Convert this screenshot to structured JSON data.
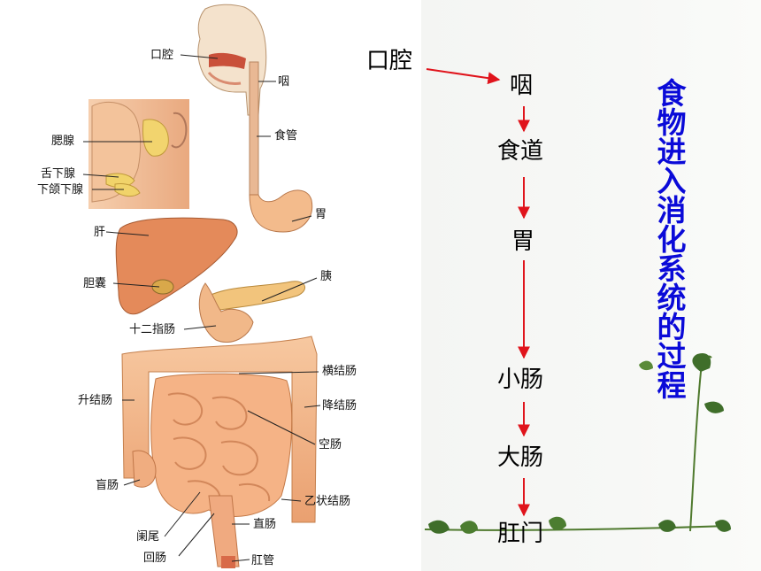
{
  "anatomy_labels": {
    "mouth": "口腔",
    "pharynx": "咽",
    "esophagus": "食管",
    "parotid": "腮腺",
    "sublingual": "舌下腺",
    "submandibular": "下颌下腺",
    "stomach": "胃",
    "liver": "肝",
    "pancreas": "胰",
    "gallbladder": "胆囊",
    "duodenum": "十二指肠",
    "transverse_colon": "横结肠",
    "ascending_colon": "升结肠",
    "descending_colon": "降结肠",
    "jejunum": "空肠",
    "cecum": "盲肠",
    "sigmoid_colon": "乙状结肠",
    "appendix": "阑尾",
    "rectum": "直肠",
    "ileum": "回肠",
    "anal_canal": "肛管"
  },
  "flow": {
    "steps": [
      "口腔",
      "咽",
      "食道",
      "胃",
      "小肠",
      "大肠",
      "肛门"
    ]
  },
  "title": "食物进入消化系统的过程",
  "colors": {
    "arrow": "#e0141c",
    "title": "#0a0ad8",
    "organ": "#e8a070"
  }
}
